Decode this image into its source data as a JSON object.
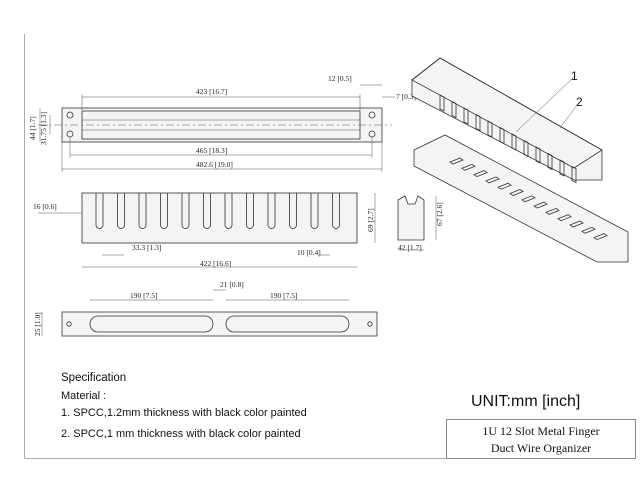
{
  "dimensions": {
    "top_overall_width": "423 [16.7]",
    "top_ear": "12 [0.5]",
    "top_hole_offset": "7 [0.3]",
    "top_height": "44 [1.7]",
    "top_hole_spacing": "31.75 [1.3]",
    "top_mount_span": "465 [18.3]",
    "top_total_width": "482.6 [19.0]",
    "front_slot_depth": "16 [0.6]",
    "front_height": "69 [2.7]",
    "front_finger_pitch": "33.3 [1.3]",
    "front_slot_width": "10 [0.4]",
    "front_width": "422 [16.6]",
    "side_depth": "42 [1.7]",
    "side_height": "67 [2.6]",
    "cover_gap": "21 [0.8]",
    "cover_left_slot": "190 [7.5]",
    "cover_right_slot": "190 [7.5]",
    "cover_height": "25 [1.0]"
  },
  "callouts": {
    "part1": "1",
    "part2": "2"
  },
  "specification": {
    "title": "Specification",
    "material_label": "Material :",
    "item1": "1. SPCC,1.2mm thickness with black color painted",
    "item2": "2. SPCC,1 mm thickness with black color painted"
  },
  "unit": "UNIT:mm [inch]",
  "product_title": {
    "line1": "1U 12 Slot Metal Finger",
    "line2": "Duct Wire Organizer"
  }
}
